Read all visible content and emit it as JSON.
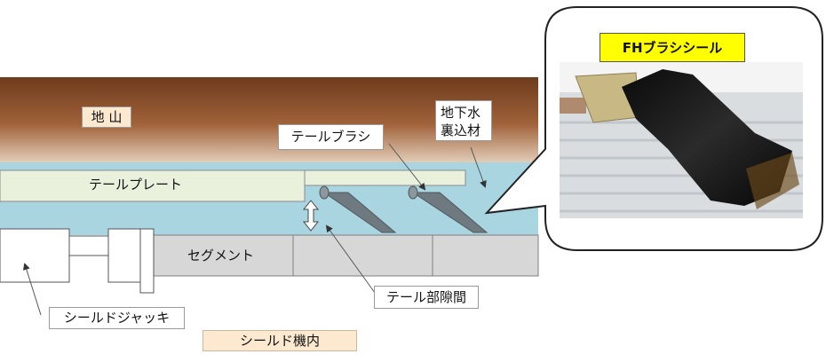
{
  "diagram": {
    "labels": {
      "ground": "地 山",
      "groundwater_backfill_line1": "地下水",
      "groundwater_backfill_line2": "裏込材",
      "tail_brush": "テールブラシ",
      "tail_plate": "テールプレート",
      "segment": "セグメント",
      "tail_clearance": "テール部隙間",
      "shield_jack": "シールドジャッキ",
      "inside_shield": "シールド機内",
      "photo_title": "FHブラシシール"
    },
    "colors": {
      "ground_top": "#6e3b1d",
      "ground_mid": "#a0623a",
      "ground_bottom": "#dcc2a8",
      "backfill": "#a9d5e1",
      "tail_plate": "#e9f1dd",
      "segment": "#d7d7d7",
      "brush_arm": "#6e7a80",
      "inside_label_bg": "#fde9d0"
    }
  }
}
